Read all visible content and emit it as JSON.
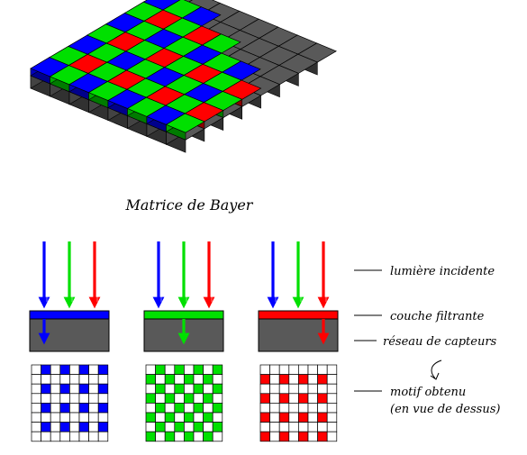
{
  "title": "Matrice de Bayer",
  "labels": {
    "incident": "lumière incidente",
    "filter": "couche filtrante",
    "sensors": "réseau de capteurs",
    "pattern_line1": "motif obtenu",
    "pattern_line2": "(en vue de dessus)"
  },
  "colors": {
    "red": "#ff0000",
    "green": "#00e000",
    "blue": "#0000ff",
    "sensor": "#595959",
    "sensor_side": "#333333",
    "grid_line": "#000000"
  },
  "channels": [
    {
      "name": "blue",
      "color": "#0000ff"
    },
    {
      "name": "green",
      "color": "#00e000"
    },
    {
      "name": "red",
      "color": "#ff0000"
    }
  ]
}
